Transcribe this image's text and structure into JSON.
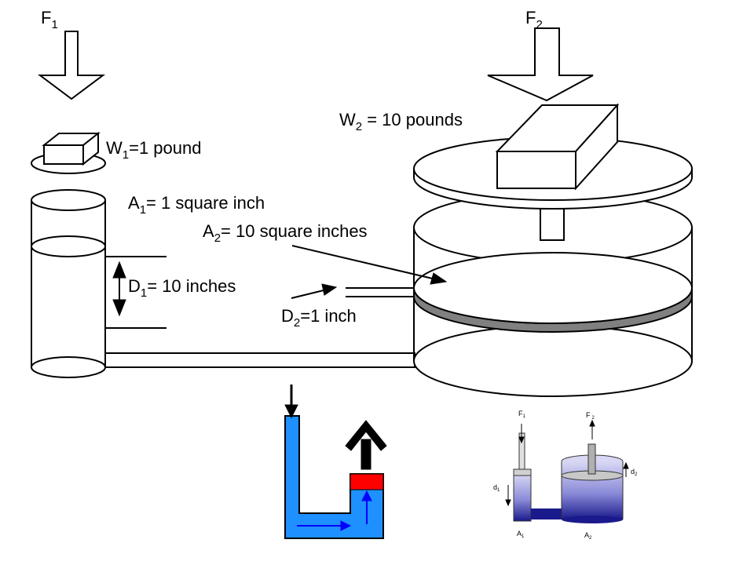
{
  "labels": {
    "f1": {
      "main": "F",
      "sub": "1"
    },
    "f2": {
      "main": "F",
      "sub": "2"
    },
    "w1": {
      "main": "W",
      "sub": "1",
      "rest": "=1 pound"
    },
    "w2": {
      "main": "W",
      "sub": "2",
      "rest": " = 10 pounds"
    },
    "a1": {
      "main": "A",
      "sub": "1",
      "rest": "= 1 square inch"
    },
    "a2": {
      "main": "A",
      "sub": "2",
      "rest": "= 10 square inches"
    },
    "d1": {
      "main": "D",
      "sub": "1",
      "rest": "= 10 inches"
    },
    "d2": {
      "main": "D",
      "sub": "2",
      "rest": "=1 inch"
    }
  },
  "small_diagram": {
    "f1": {
      "main": "F",
      "sub": "1"
    },
    "f2": {
      "main": "F",
      "sub": "2"
    },
    "d1": {
      "main": "d",
      "sub": "1"
    },
    "d2": {
      "main": "d",
      "sub": "2"
    },
    "a1": {
      "main": "A",
      "sub": "1"
    },
    "a2": {
      "main": "A",
      "sub": "2"
    }
  },
  "colors": {
    "line": "#000000",
    "piston_band": "#808080",
    "fluid_blue": "#1e90ff",
    "arrow_blue": "#0000ff",
    "piston_red": "#ff0000",
    "small_fluid_dark": "#1a1a8c",
    "small_fluid_light": "#c8c8f0"
  }
}
